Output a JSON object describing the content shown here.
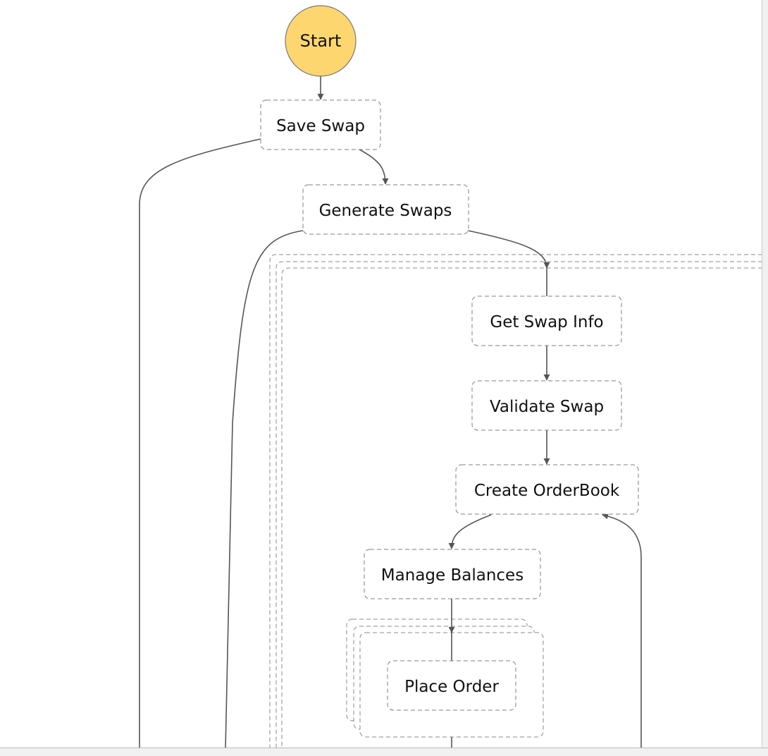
{
  "diagram": {
    "start_label": "Start",
    "start_color": "#fdd66f",
    "nodes": {
      "save_swap": "Save Swap",
      "generate_swaps": "Generate Swaps",
      "get_swap_info": "Get Swap Info",
      "validate_swap": "Validate Swap",
      "create_orderbook": "Create OrderBook",
      "manage_balances": "Manage Balances",
      "place_order": "Place Order"
    },
    "colors": {
      "edge": "#555555",
      "node_border": "#7f7f7f",
      "node_fill": "#ffffff",
      "text": "#111111"
    }
  }
}
